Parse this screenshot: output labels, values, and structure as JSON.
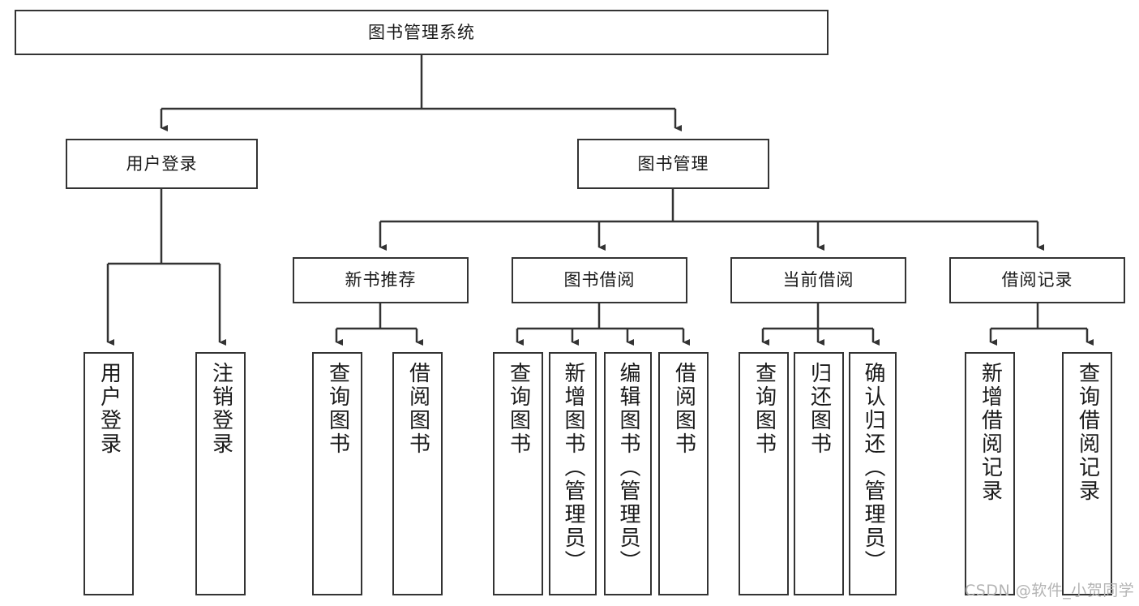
{
  "diagram": {
    "type": "tree-hierarchy",
    "title": "图书管理系统",
    "watermark": "CSDN @软件_小贺同学",
    "colors": {
      "box_border": "#333333",
      "box_fill": "#ffffff",
      "connector": "#333333",
      "text": "#1a1a1a",
      "watermark": "#b4b4b4",
      "background": "#ffffff"
    },
    "levels": [
      {
        "level": 1,
        "nodes": [
          {
            "id": "root",
            "label": "图书管理系统"
          }
        ]
      },
      {
        "level": 2,
        "nodes": [
          {
            "id": "user-login",
            "label": "用户登录",
            "parent": "root"
          },
          {
            "id": "book-manage",
            "label": "图书管理",
            "parent": "root"
          }
        ]
      },
      {
        "level": 3,
        "nodes": [
          {
            "id": "new-book-recommend",
            "label": "新书推荐",
            "parent": "book-manage"
          },
          {
            "id": "book-borrow",
            "label": "图书借阅",
            "parent": "book-manage"
          },
          {
            "id": "current-borrow",
            "label": "当前借阅",
            "parent": "book-manage"
          },
          {
            "id": "borrow-record",
            "label": "借阅记录",
            "parent": "book-manage"
          }
        ]
      },
      {
        "level": 4,
        "nodes": [
          {
            "id": "leaf-user-login",
            "label": "用户登录",
            "parent": "user-login"
          },
          {
            "id": "leaf-logout-login",
            "label": "注销登录",
            "parent": "user-login"
          },
          {
            "id": "leaf-query-book-1",
            "label": "查询图书",
            "parent": "new-book-recommend"
          },
          {
            "id": "leaf-borrow-book-1",
            "label": "借阅图书",
            "parent": "new-book-recommend"
          },
          {
            "id": "leaf-query-book-2",
            "label": "查询图书",
            "parent": "book-borrow"
          },
          {
            "id": "leaf-add-book",
            "label": "新增图书（管理员）",
            "parent": "book-borrow"
          },
          {
            "id": "leaf-edit-book",
            "label": "编辑图书（管理员）",
            "parent": "book-borrow"
          },
          {
            "id": "leaf-borrow-book-2",
            "label": "借阅图书",
            "parent": "book-borrow"
          },
          {
            "id": "leaf-query-book-3",
            "label": "查询图书",
            "parent": "current-borrow"
          },
          {
            "id": "leaf-return-book",
            "label": "归还图书",
            "parent": "current-borrow"
          },
          {
            "id": "leaf-confirm-return",
            "label": "确认归还（管理员）",
            "parent": "current-borrow"
          },
          {
            "id": "leaf-add-record",
            "label": "新增借阅记录",
            "parent": "borrow-record"
          },
          {
            "id": "leaf-query-record",
            "label": "查询借阅记录",
            "parent": "borrow-record"
          }
        ]
      }
    ]
  }
}
